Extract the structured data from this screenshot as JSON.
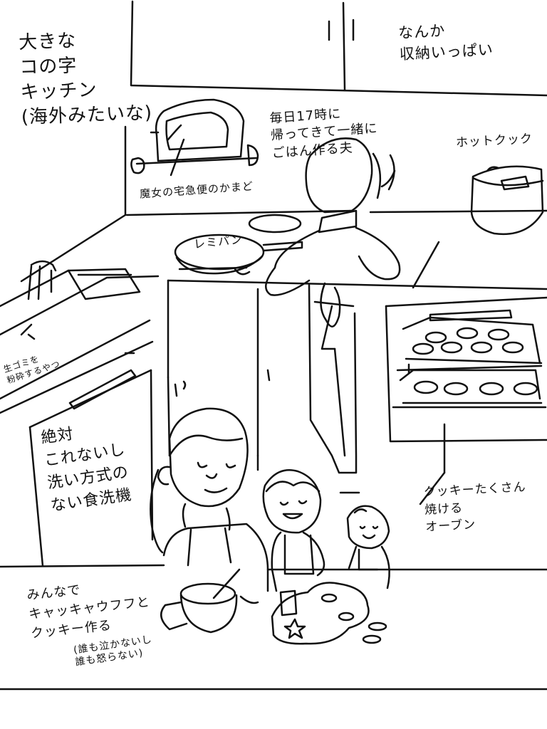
{
  "illustration": {
    "subject": "hand-drawn kitchen sketch",
    "colors": {
      "ink": "#111111",
      "paper": "#ffffff"
    }
  },
  "annotations": {
    "title": "大きな\nコの字\nキッチン\n(海外みたいな)",
    "storage": "なんか\n収納いっぱい",
    "dad_note": "毎日17時に\n帰ってきて一緒に\nごはん作る夫",
    "cooker": "ホットクック",
    "kiki_pan": "魔女の宅急便のかまど",
    "lemi_pan": "レミパン",
    "disposer": "生ゴミを\n粉砕するやつ",
    "dishwasher": "絶対\nこれないし\n洗い方式の\nない食洗機",
    "oven": "クッキーたくさん\n焼ける\nオーブン",
    "cookies": "みんなで\nキャッキャウフフと\nクッキー作る",
    "no_crying": "(誰も泣かないし\n誰も怒らない)"
  }
}
